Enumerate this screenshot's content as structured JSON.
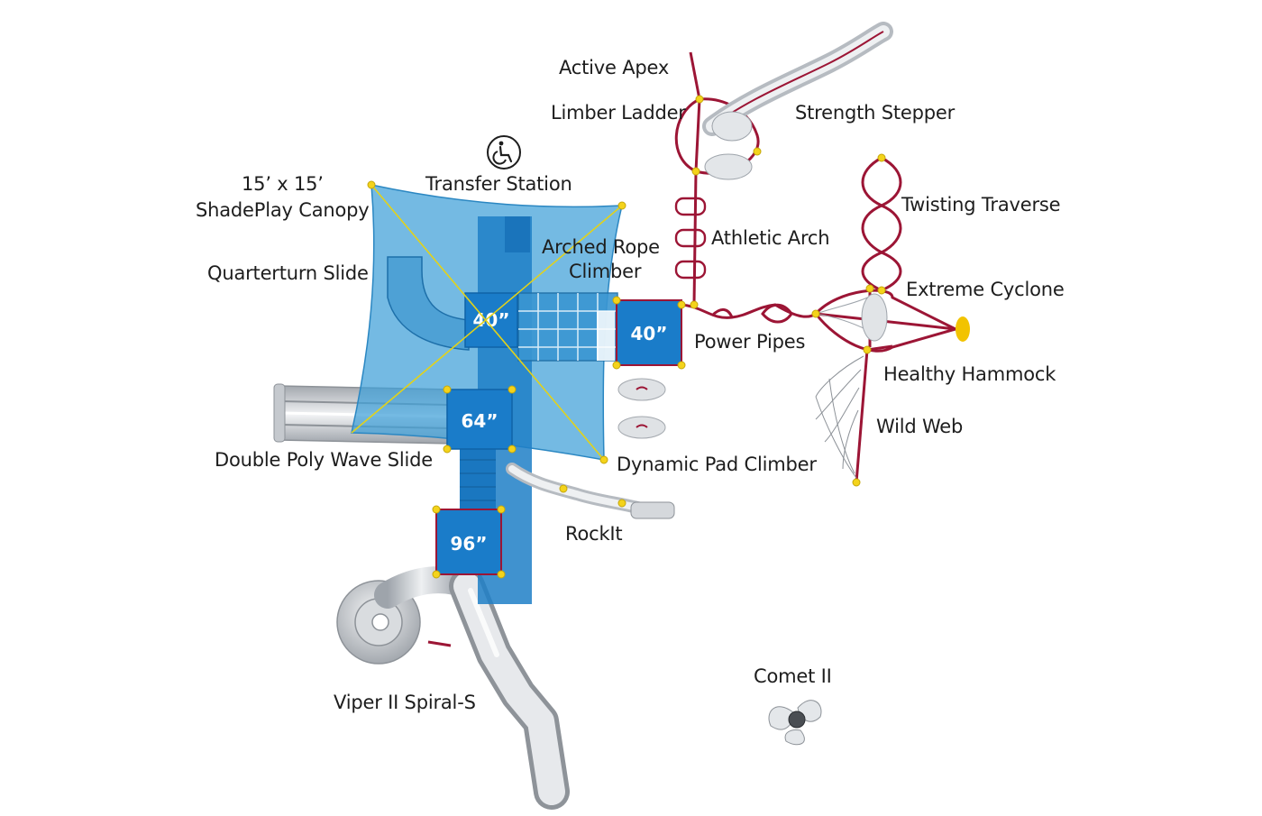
{
  "accessibility_icon": "wheelchair-icon",
  "colors": {
    "deck": "#1a7cc9",
    "deck_dark": "#0f63a8",
    "canopy": "#3f9fd8",
    "rope": "#9c1535",
    "connector": "#f4d31b",
    "slide": "#c9cdd3"
  },
  "decks": [
    {
      "id": "deck-canopy",
      "label": "40”"
    },
    {
      "id": "deck-right",
      "label": "40”"
    },
    {
      "id": "deck-mid",
      "label": "64”"
    },
    {
      "id": "deck-low",
      "label": "96”"
    }
  ],
  "labels": {
    "active_apex": "Active Apex",
    "limber_ladder": "Limber Ladder",
    "strength_stepper": "Strength Stepper",
    "transfer_station": "Transfer Station",
    "canopy_line1": "15’ x 15’",
    "canopy_line2": "ShadePlay Canopy",
    "twisting_traverse": "Twisting Traverse",
    "athletic_arch": "Athletic Arch",
    "arched_rope_line1": "Arched Rope",
    "arched_rope_line2": "Climber",
    "quarterturn_slide": "Quarterturn Slide",
    "extreme_cyclone": "Extreme Cyclone",
    "power_pipes": "Power Pipes",
    "healthy_hammock": "Healthy Hammock",
    "wild_web": "Wild Web",
    "double_poly_wave_slide": "Double Poly Wave Slide",
    "dynamic_pad_climber": "Dynamic Pad Climber",
    "rockit": "RockIt",
    "comet_ii": "Comet II",
    "viper_ii_spiral_s": "Viper II Spiral-S"
  }
}
